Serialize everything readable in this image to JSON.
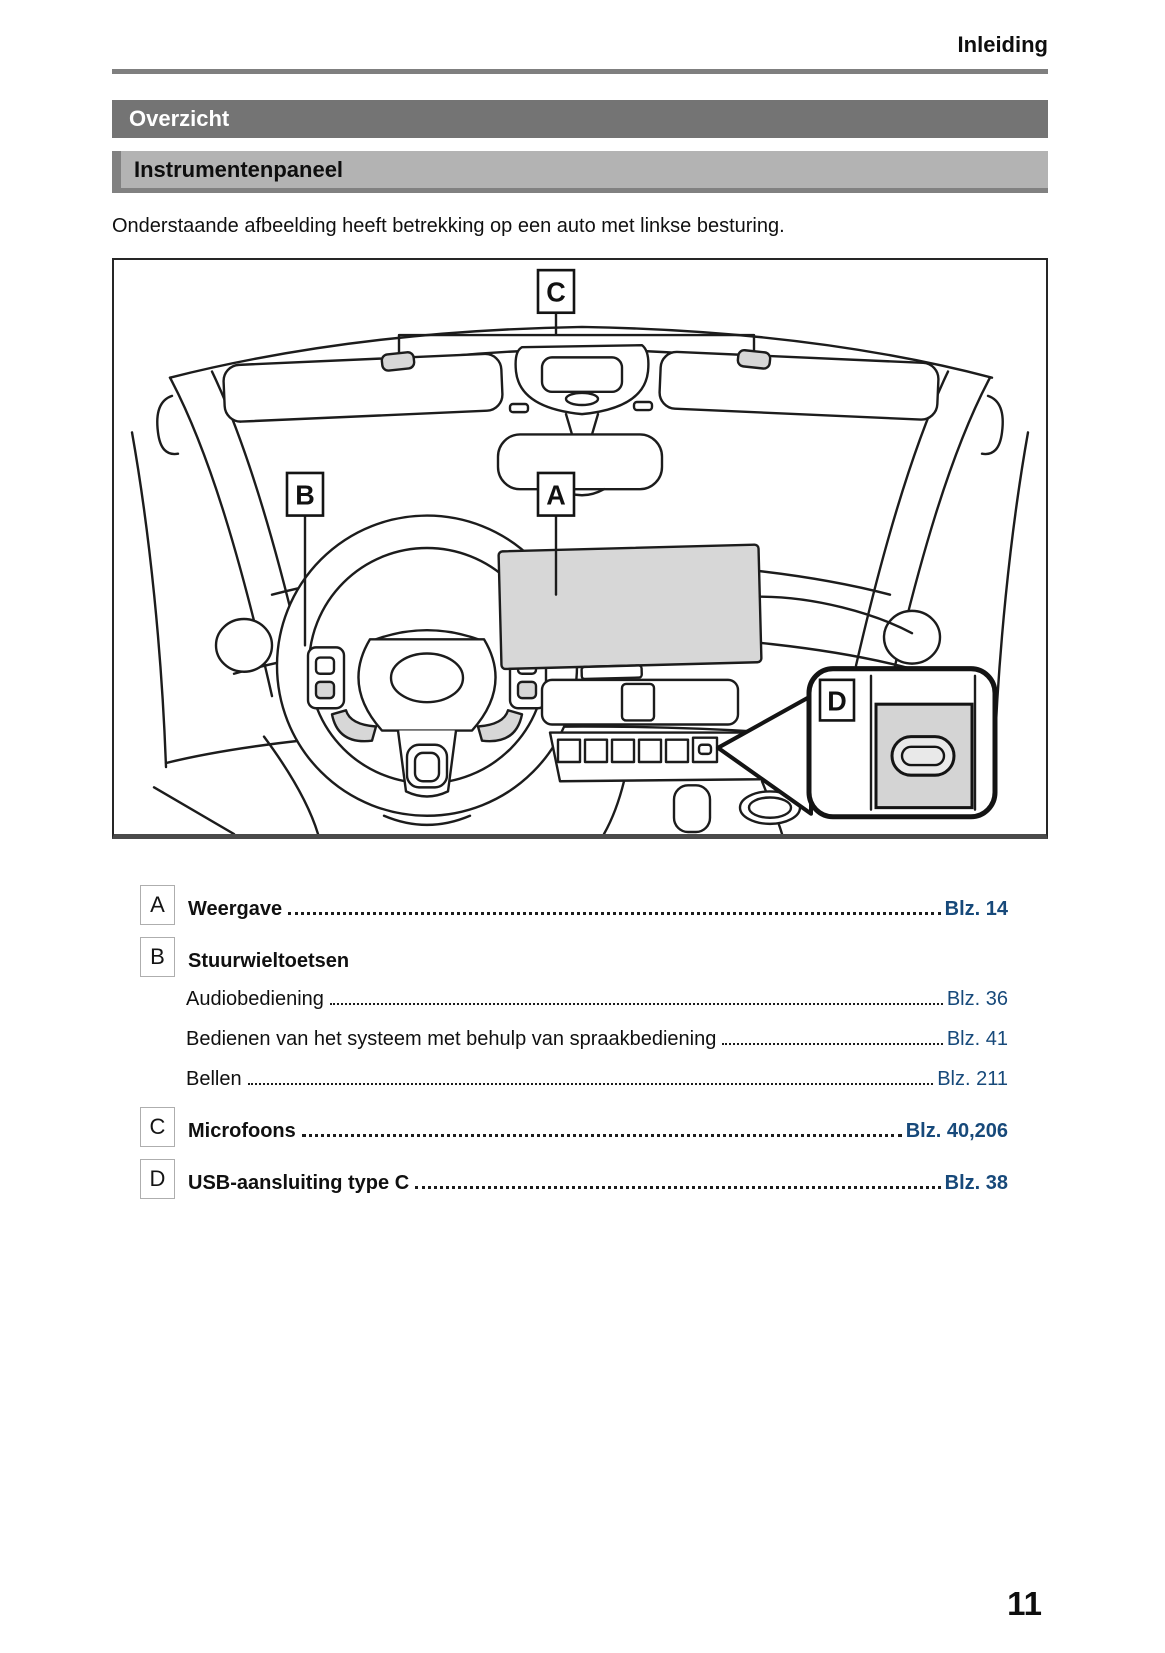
{
  "page": {
    "header": "Inleiding",
    "page_number": "11"
  },
  "sections": {
    "overview_title": "Overzicht",
    "subsection_title": "Instrumentenpaneel"
  },
  "intro_text": "Onderstaande afbeelding heeft betrekking op een auto met linkse besturing.",
  "diagram": {
    "description": "dashboard-overview-line-drawing",
    "labels": {
      "a": "A",
      "b": "B",
      "c": "C",
      "d": "D"
    }
  },
  "legend": {
    "items": [
      {
        "letter": "A",
        "label": "Weergave",
        "ref": "Blz. 14"
      },
      {
        "letter": "B",
        "label": "Stuurwieltoetsen",
        "ref": "",
        "sub": [
          {
            "label": "Audiobediening",
            "ref": "Blz. 36"
          },
          {
            "label": "Bedienen van het systeem met behulp van spraakbediening ",
            "ref": "Blz. 41"
          },
          {
            "label": "Bellen",
            "ref": "Blz. 211"
          }
        ]
      },
      {
        "letter": "C",
        "label": "Microfoons ",
        "ref": "Blz. 40,206"
      },
      {
        "letter": "D",
        "label": "USB-aansluiting type C",
        "ref": "Blz. 38"
      }
    ]
  },
  "colors": {
    "link_blue": "#17497a",
    "banner_dark_gray": "#747474",
    "banner_light_gray": "#b3b3b3",
    "rule_gray": "#7f7f7f",
    "screen_fill_gray": "#d7d7d7"
  }
}
